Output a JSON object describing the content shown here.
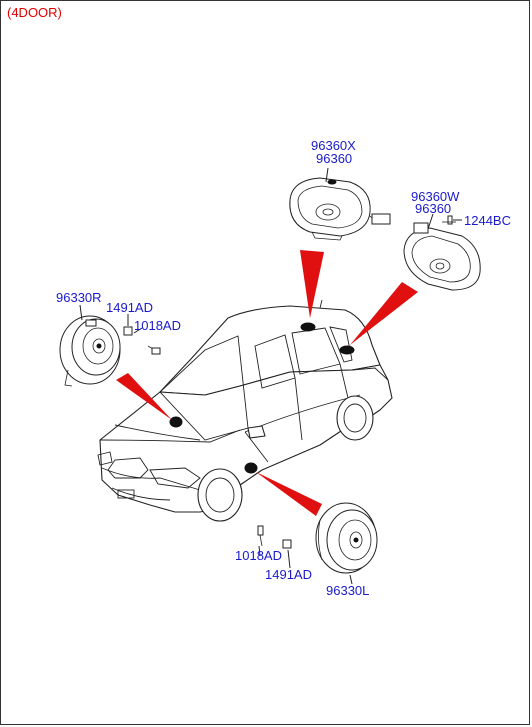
{
  "variant_label": "(4DOOR)",
  "colors": {
    "part_number": "#1a1acc",
    "variant": "#e00000",
    "pointer": "#e01010"
  },
  "callouts": {
    "rear_speaker_a": "96360X",
    "rear_speaker_b": "96360",
    "rear_speaker_c": "96360W",
    "rear_speaker_d": "96360",
    "screw_rear": "1244BC",
    "front_right_speaker": "96330R",
    "nut_right": "1491AD",
    "bolt_right": "1018AD",
    "bolt_left": "1018AD",
    "nut_left": "1491AD",
    "front_left_speaker": "96330L"
  }
}
